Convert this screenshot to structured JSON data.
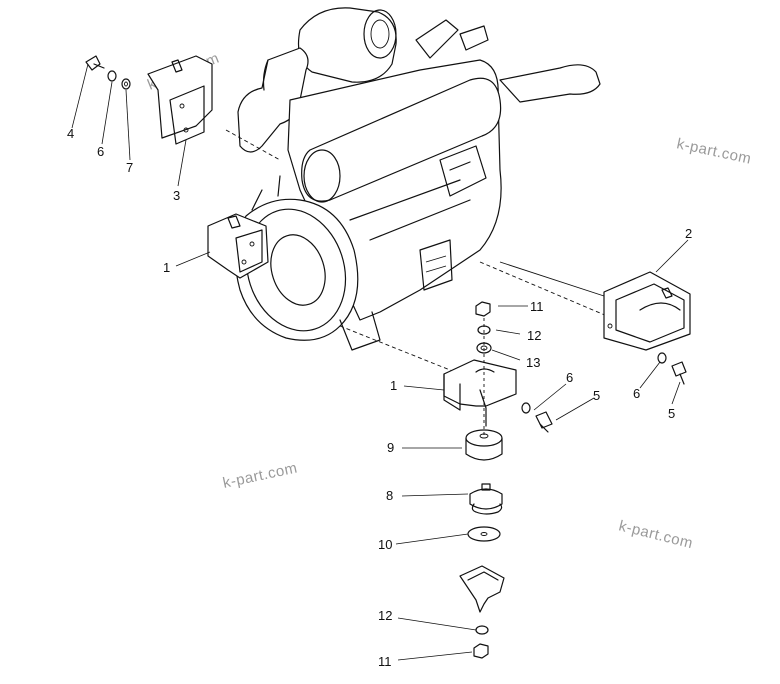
{
  "watermark": "k-part.com",
  "callouts": {
    "c1_left": "1",
    "c1_mid": "1",
    "c2": "2",
    "c3": "3",
    "c4": "4",
    "c5_mid": "5",
    "c5_right": "5",
    "c6_top": "6",
    "c6_mid": "6",
    "c6_right": "6",
    "c7": "7",
    "c8": "8",
    "c9": "9",
    "c10": "10",
    "c11_top": "11",
    "c11_bottom": "11",
    "c12_top": "12",
    "c12_bottom": "12",
    "c13": "13"
  }
}
